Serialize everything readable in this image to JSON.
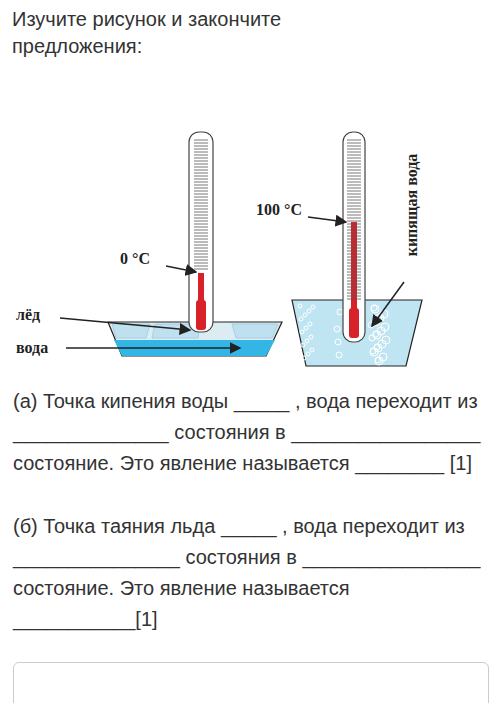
{
  "diagram": {
    "title": "Изучите рисунок и закончите предложения:",
    "labels": [
      "0 °C",
      "лёд",
      "вода",
      "100 °C",
      "кипящая вода",
      "(а) Точка кипения воды _____ , вода переходит из ______________ состояния в _________________ состояние. Это явление называется ________ [1]",
      "(б) Точка таяния льда _____ , вода переходит из _______________ состояния в ________________ состояние. Это явление называется ___________[1]"
    ]
  }
}
